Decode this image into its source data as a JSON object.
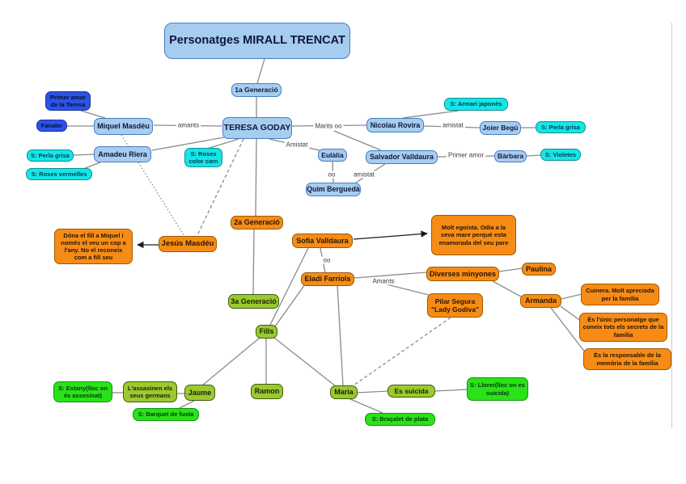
{
  "palette": {
    "light_blue": "#a5cdf0",
    "dark_blue": "#2c53e6",
    "cyan": "#15e6e6",
    "orange": "#f68c16",
    "yellow_green": "#9cc92f",
    "vivid_green": "#2ae218",
    "line_gray": "#8a8a8a"
  },
  "nodes": {
    "title": "Personatges MIRALL TRENCAT",
    "gen1": "1a Generació",
    "teresa": "TERESA GODAY",
    "miquel": "Miquel Masdéu",
    "amadeu": "Amadeu Riera",
    "primer_amor_teresa": "Primer amor de la Teresa",
    "fanaler": "Fanaler",
    "perla_grisa_left": "S: Perla grisa",
    "roses_vermelles": "S: Roses vermelles",
    "roses_color_carn": "S: Roses color carn",
    "nicolau": "Nicolau Rovira",
    "armari_japones": "S: Armari japonès",
    "joier_begu": "Joier Begú",
    "perla_grisa_right": "S: Perla grisa",
    "salvador": "Salvador Valldaura",
    "barbara": "Bàrbara",
    "violetes": "S: Violetes",
    "eulalia": "Eulàlia",
    "quim": "Quim Berguedà",
    "jesus": "Jesús Masdéu",
    "nota_jesus": "Dóna el fill a Miquel i només el veu un cop a l'any. No el reconeix com a fill seu",
    "gen2": "2a Generació",
    "sofia": "Sofia Valldaura",
    "nota_sofia": "Molt egoista. Odia a la seva mare perquè esta enamorada del seu pare",
    "eladi": "Eladi Farriols",
    "minyones": "Diverses minyones",
    "paulina": "Paulina",
    "armanda": "Armanda",
    "nota_cuinera": "Cuinera. Molt apreciada per la família",
    "nota_secrets": "És l'únic personatge que coneix tots els secrets de la família",
    "nota_memoria": "És la responsable de la memòria de la família",
    "pilar": "Pilar Segura \"Lady Godiva\"",
    "gen3": "3a Generació",
    "fills": "Fills",
    "jaume": "Jaume",
    "ramon": "Ramon",
    "maria": "Maria",
    "assassinen": "L'assasinen els seus germans",
    "estany": "S: Estany(lloc on és assesinat)",
    "barquet": "S: Barquet de fusta",
    "suicida": "Es suicida",
    "llorer": "S: Llorer(lloc on es suicida)",
    "bracalet": "S: Braçalet de plata"
  },
  "edge_labels": {
    "amants": "amants",
    "marits": "Marits oo",
    "amistat_nicolau": "amistat",
    "amistat_teresa": "Amistat",
    "oo_eulalia": "oo",
    "amistat_quim": "amistat",
    "primer_amor": "Primer amor",
    "oo_sofia": "oo",
    "amants_eladi": "Amants"
  }
}
